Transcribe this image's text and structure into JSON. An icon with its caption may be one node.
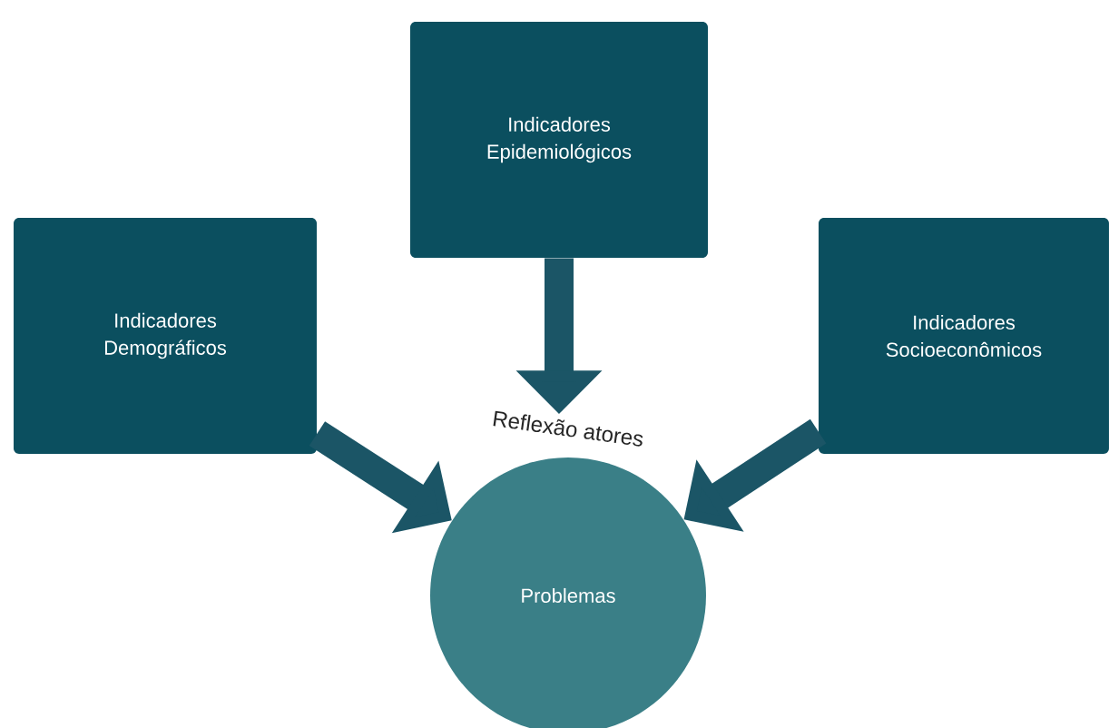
{
  "diagram": {
    "nodes": [
      {
        "text": [
          "Indicadores Epidemiológicos"
        ]
      },
      {
        "text": [
          "Indicadores Demográficos"
        ]
      },
      {
        "text": [
          "Indicadores Socioeconômicos"
        ]
      },
      {
        "text": [
          "Problemas"
        ],
        "beside": [
          "Reflexão atores"
        ]
      }
    ],
    "edges": [
      {
        "from": 0,
        "to": 3,
        "arrow": "to"
      },
      {
        "from": 1,
        "to": 3,
        "arrow": "to"
      },
      {
        "from": 2,
        "to": 3,
        "arrow": "to"
      }
    ]
  }
}
